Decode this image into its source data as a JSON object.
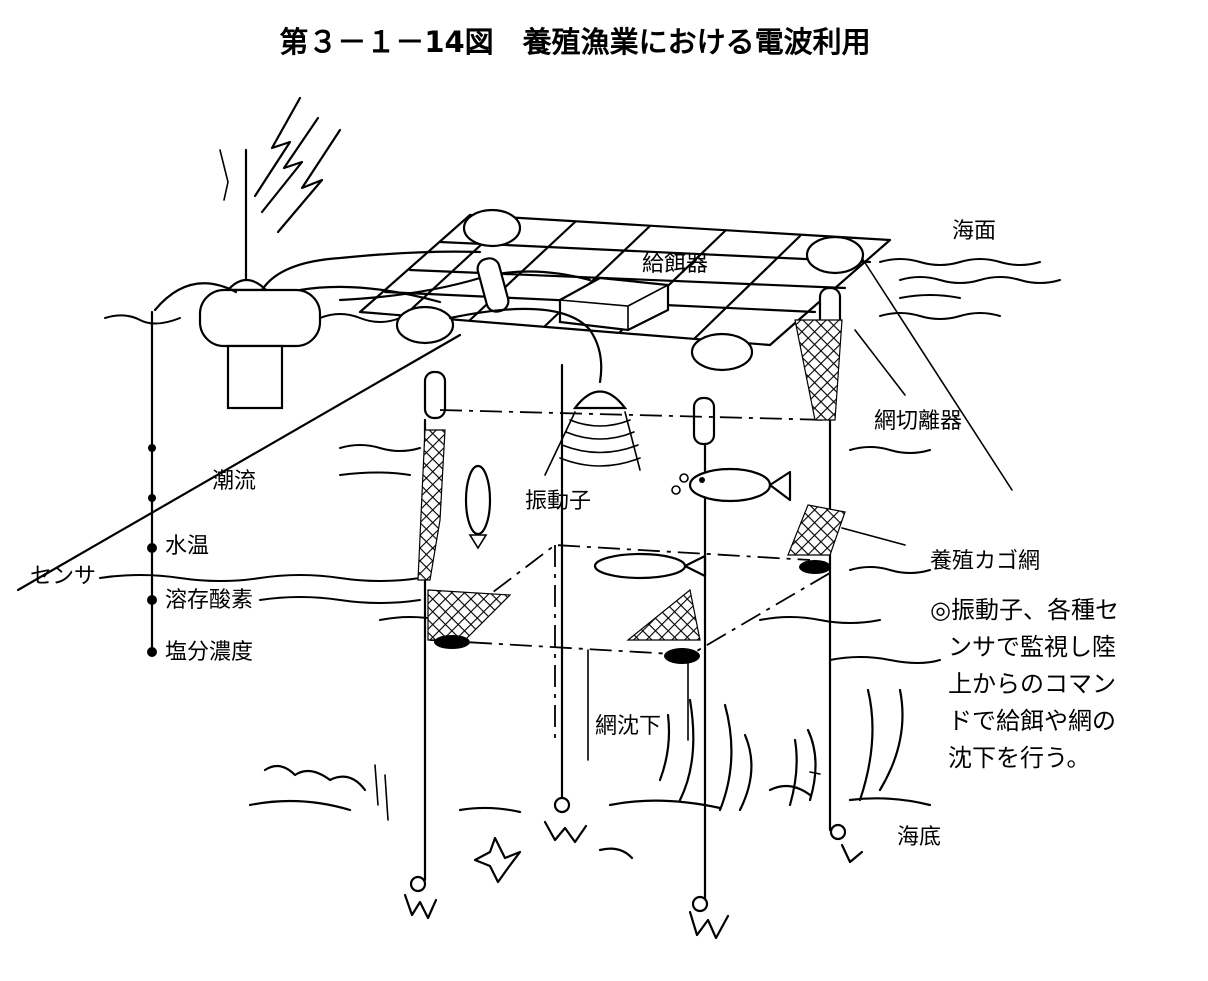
{
  "title": "第３－１－14図　養殖漁業における電波利用",
  "labels": {
    "sea_surface": "海面",
    "feeder": "給餌器",
    "net_cutter": "網切離器",
    "tidal_current": "潮流",
    "vibrator": "振動子",
    "water_temp": "水温",
    "sensor": "センサ",
    "dissolved_oxygen": "溶存酸素",
    "salinity": "塩分濃度",
    "cage_net": "養殖カゴ網",
    "net_lowering": "網沈下",
    "seabed": "海底"
  },
  "note": {
    "lines": [
      "◎振動子、各種セ",
      "ンサで監視し陸",
      "上からのコマン",
      "ドで給餌や網の",
      "沈下を行う。"
    ]
  }
}
